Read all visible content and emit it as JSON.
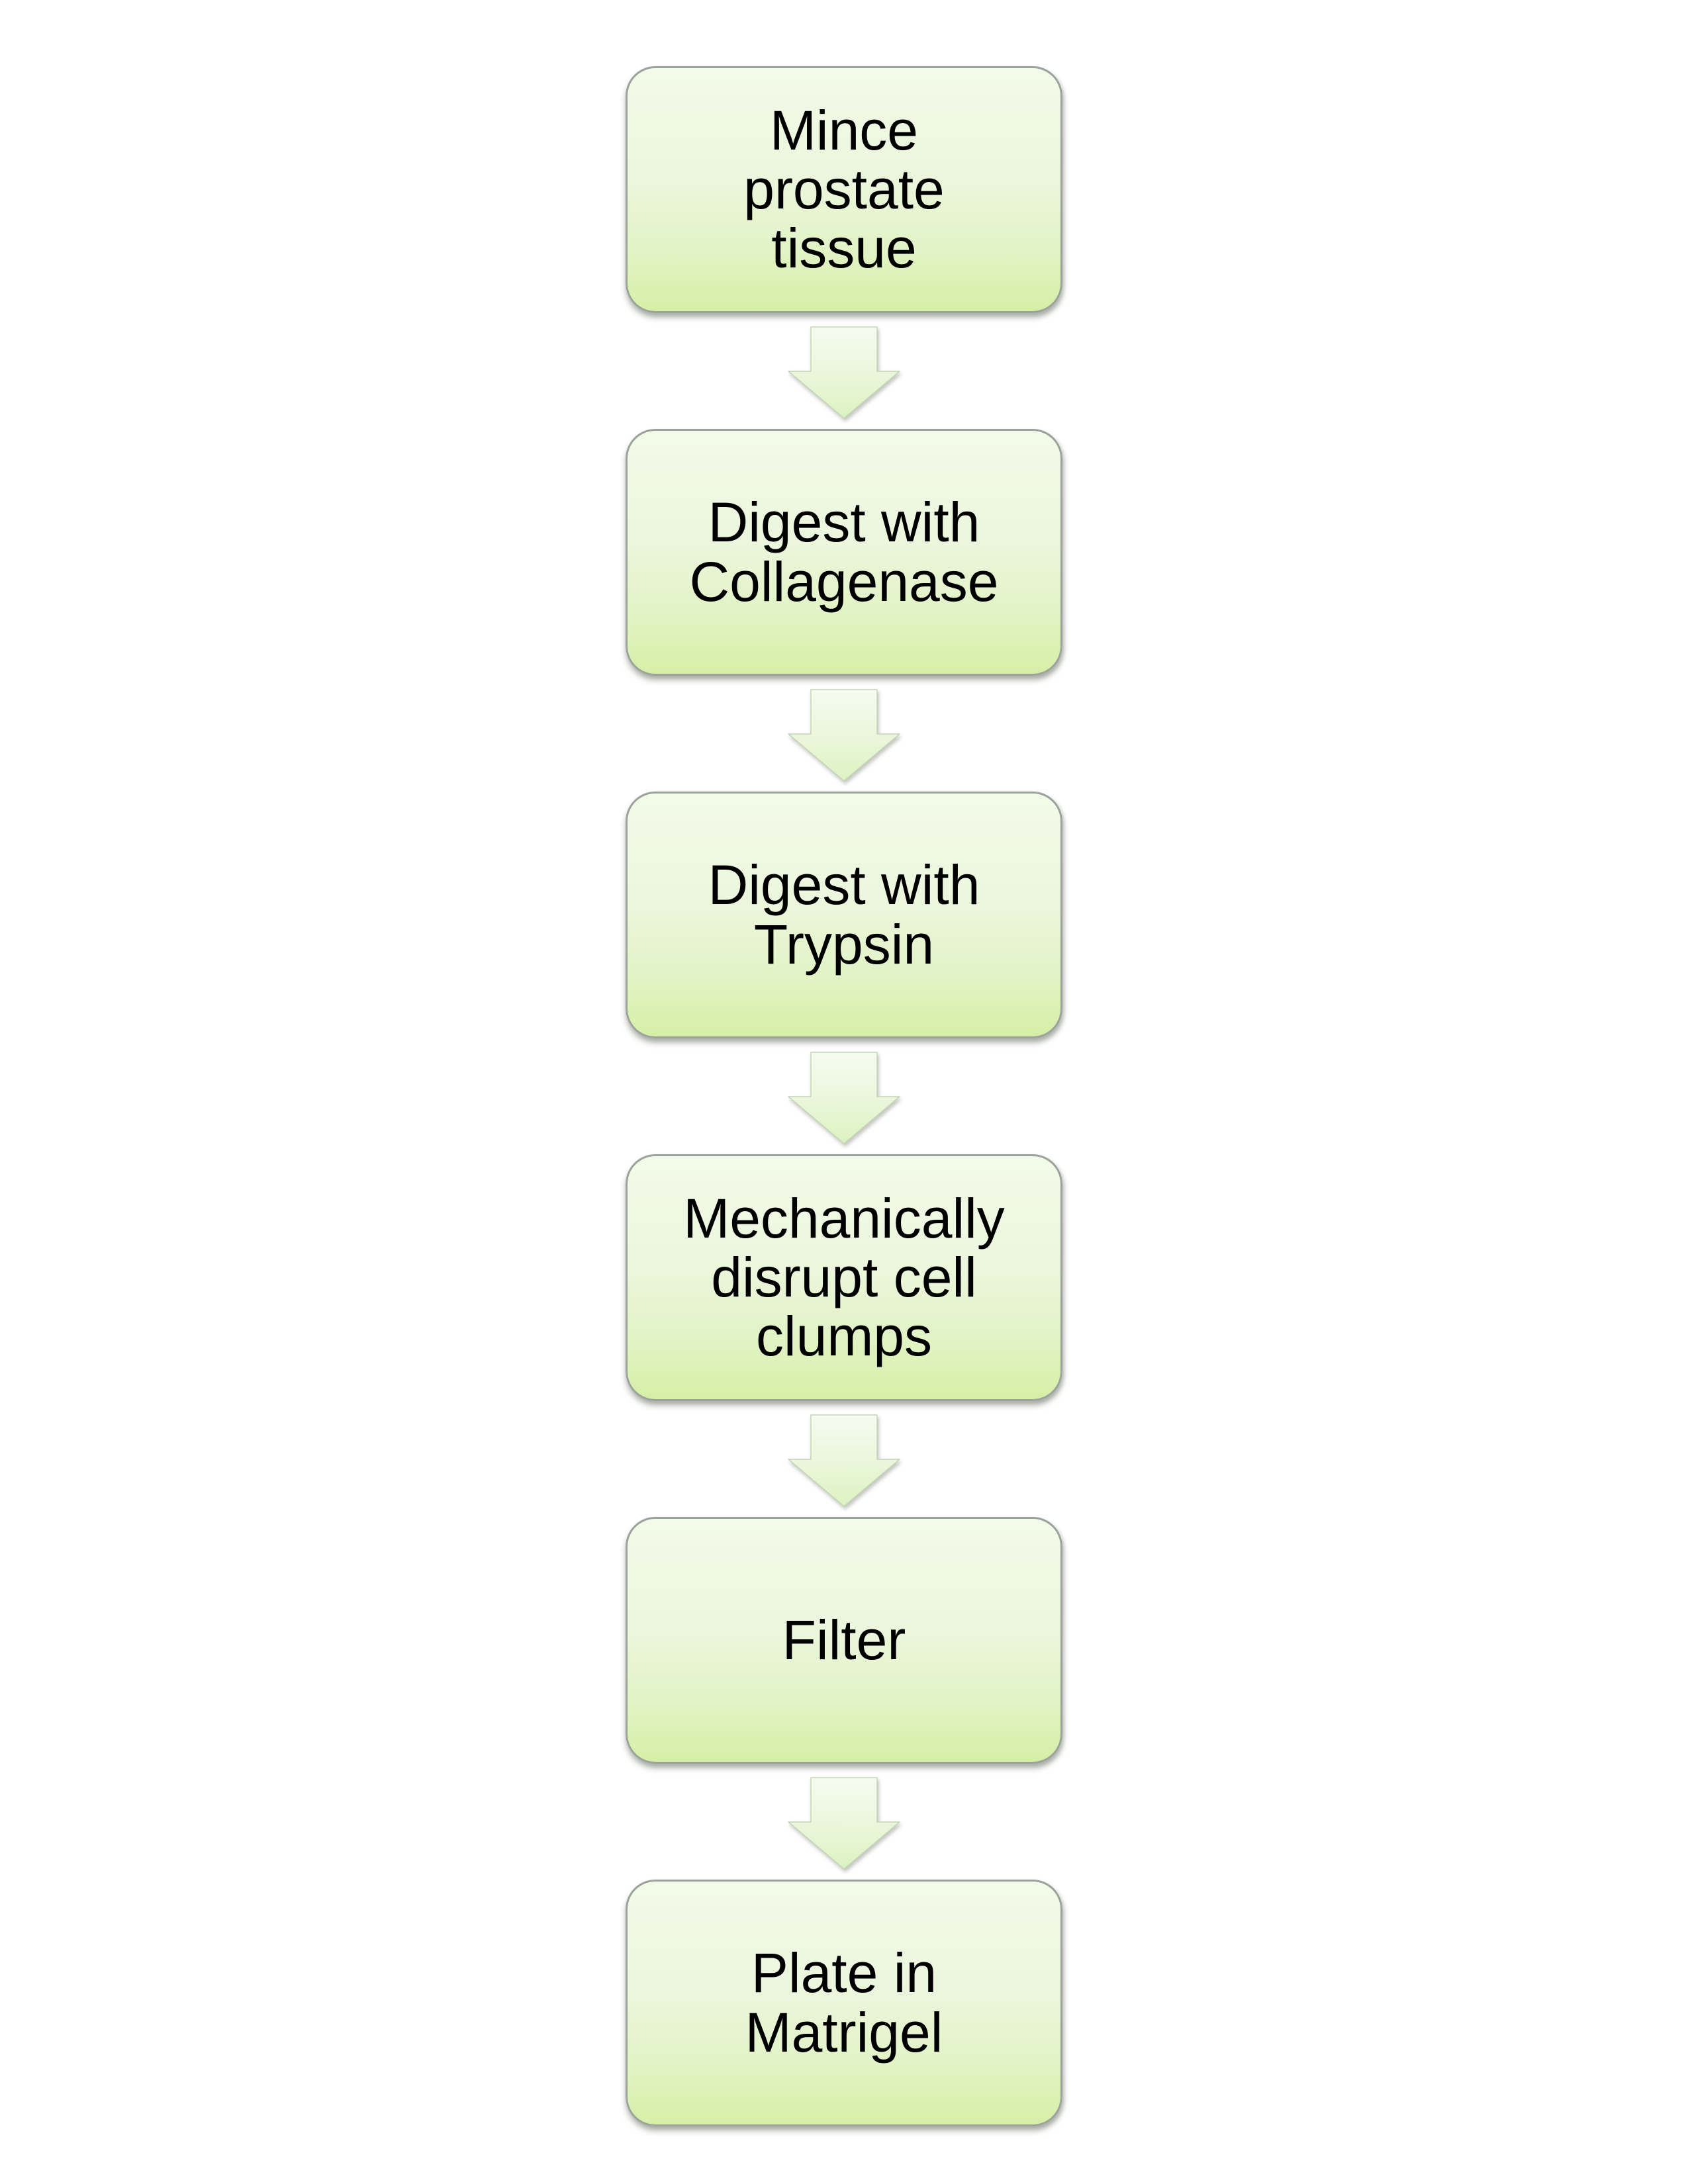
{
  "diagram": {
    "type": "flowchart",
    "direction": "top-to-bottom",
    "connector_shape": "block-down-arrow",
    "steps": [
      {
        "label": "Mince\nprostate\ntissue"
      },
      {
        "label": "Digest with\nCollagenase"
      },
      {
        "label": "Digest with\nTrypsin"
      },
      {
        "label": "Mechanically\ndisrupt cell\nclumps"
      },
      {
        "label": "Filter"
      },
      {
        "label": "Plate in\nMatrigel"
      }
    ],
    "colors": {
      "background": "#ffffff",
      "box_fill_top": "#f3fae9",
      "box_fill_bottom": "#d6efa6",
      "box_border": "#9ba39c",
      "arrow_fill_top": "#f6fbf0",
      "arrow_fill_bottom": "#dcf3c0",
      "arrow_outline": "#c6d4b8",
      "text": "#000000"
    }
  }
}
